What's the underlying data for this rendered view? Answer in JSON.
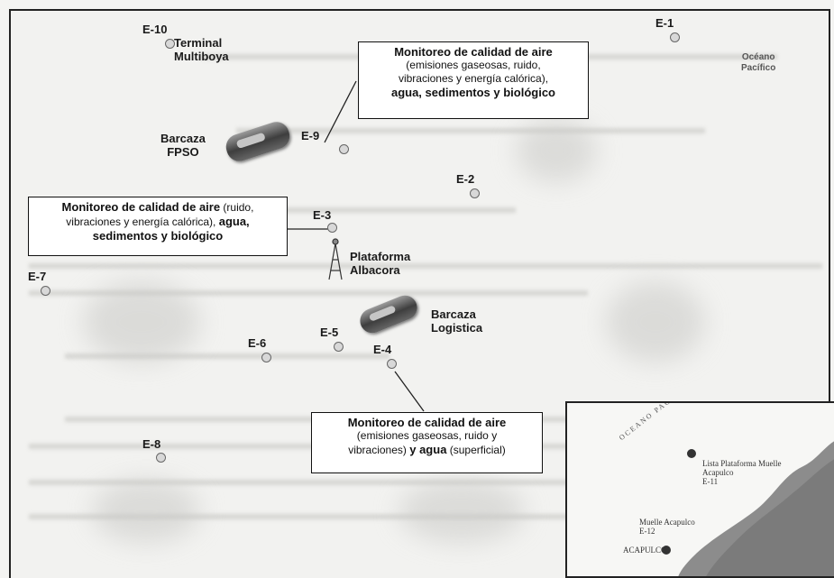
{
  "stations": {
    "e1": "E-1",
    "e2": "E-2",
    "e3": "E-3",
    "e4": "E-4",
    "e5": "E-5",
    "e6": "E-6",
    "e7": "E-7",
    "e8": "E-8",
    "e9": "E-9",
    "e10": "E-10"
  },
  "places": {
    "terminal_line1": "Terminal",
    "terminal_line2": "Multiboya",
    "barcaza_fpso_line1": "Barcaza",
    "barcaza_fpso_line2": "FPSO",
    "plataforma_line1": "Plataforma",
    "plataforma_line2": "Albacora",
    "barcaza_log_line1": "Barcaza",
    "barcaza_log_line2": "Logistica",
    "ocean_line1": "Océano",
    "ocean_line2": "Pacífico"
  },
  "boxes": {
    "top": {
      "line1": "Monitoreo de calidad de aire",
      "line2": "(emisiones gaseosas, ruido,",
      "line3": "vibraciones y energía calórica),",
      "line4": "agua, sedimentos y biológico"
    },
    "left": {
      "line1a": "Monitoreo de calidad de aire",
      "line1b": " (ruido,",
      "line2a": "vibraciones y energía calórica), ",
      "line2b": "agua,",
      "line3": "sedimentos y biológico"
    },
    "bottom": {
      "line1": "Monitoreo de calidad de aire",
      "line2": "(emisiones gaseosas, ruido y",
      "line3a": "vibraciones) ",
      "line3b": "y agua",
      "line3c": " (superficial)"
    }
  },
  "inset": {
    "label1_line1": "Lista Plataforma Muelle",
    "label1_line2": "Acapulco",
    "label1_line3": "E-11",
    "label2_line1": "Muelle Acapulco",
    "label2_line2": "E-12",
    "label3": "ACAPULCO",
    "sea_label": "OCEANO PACIFICO"
  }
}
